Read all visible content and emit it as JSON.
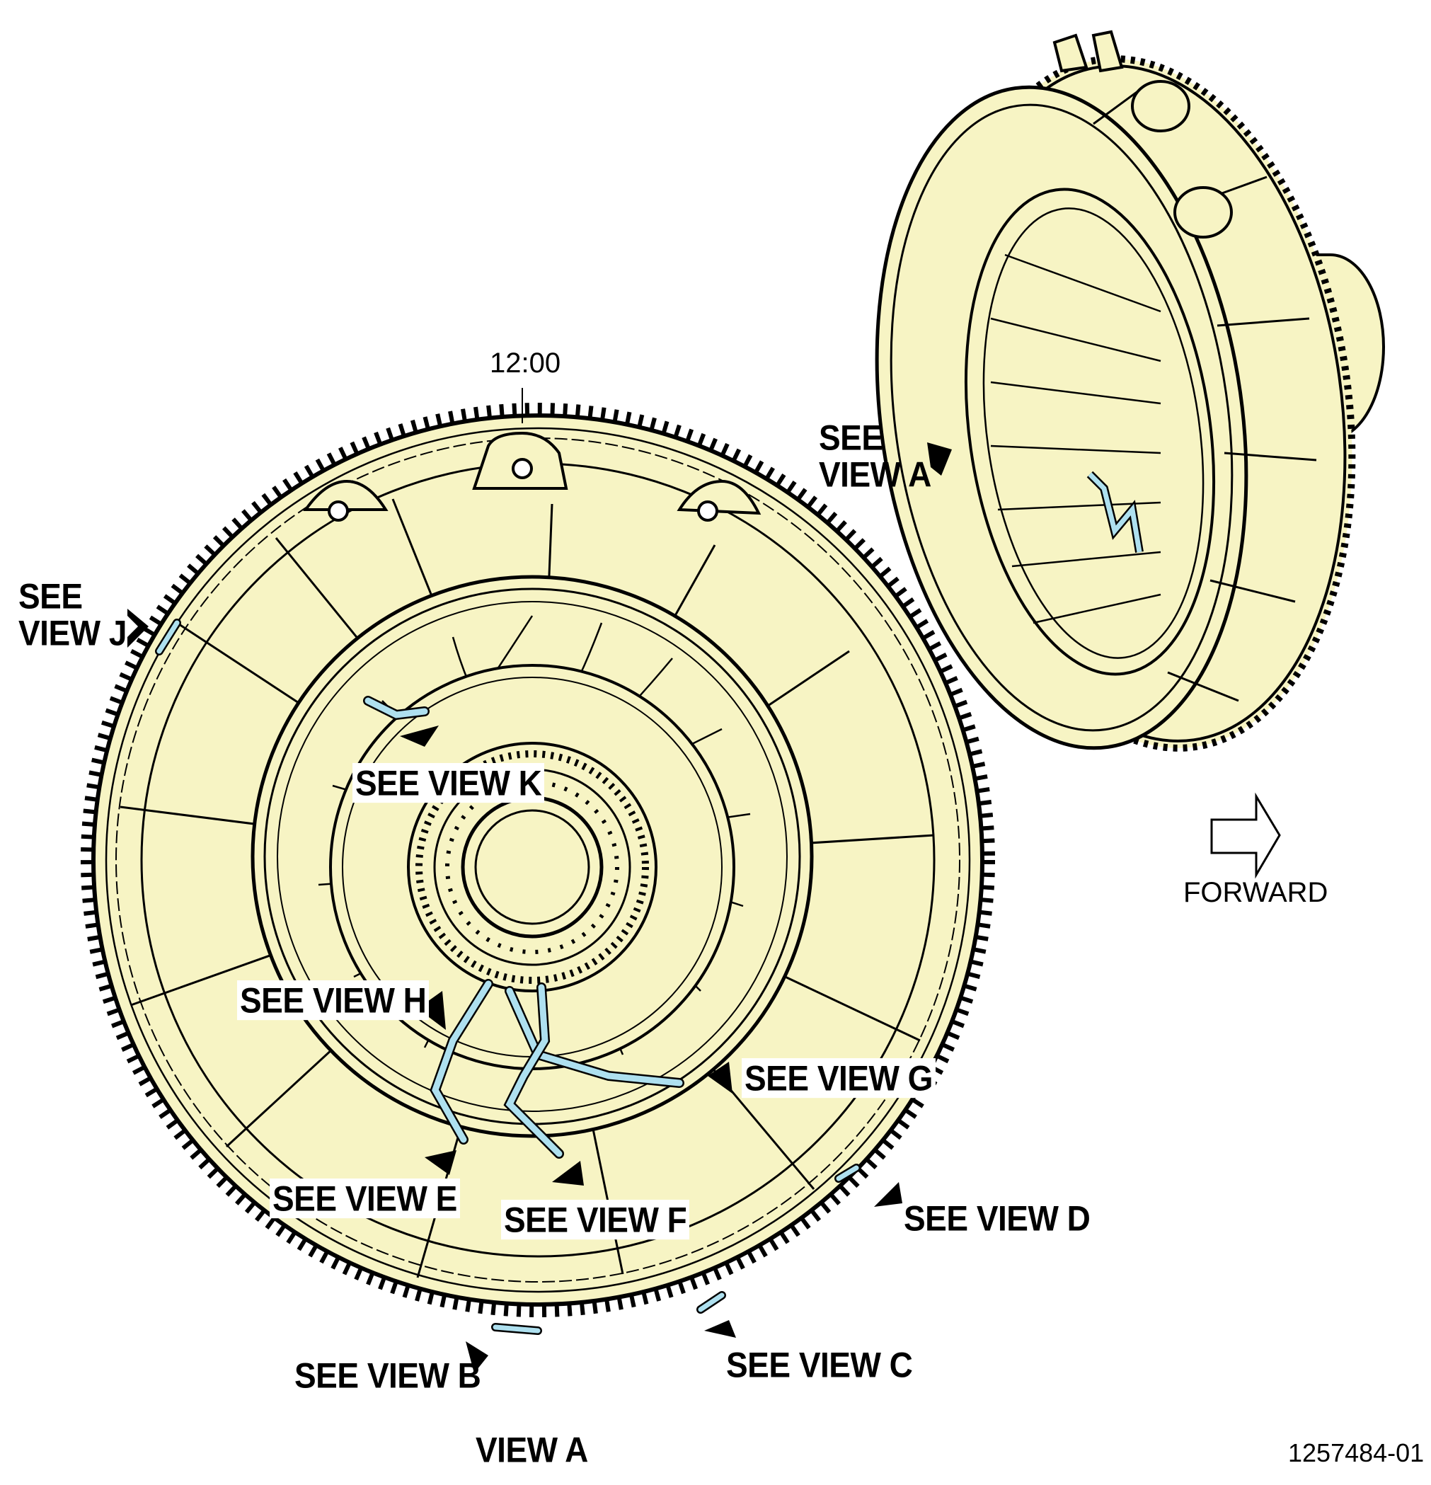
{
  "clock_label": "12:00",
  "view_title": "VIEW A",
  "figure_number": "1257484-01",
  "direction_label": "FORWARD",
  "callouts": {
    "view_a_line1": "SEE",
    "view_a_line2": "VIEW A",
    "view_j_line1": "SEE",
    "view_j_line2": "VIEW J",
    "view_k": "SEE VIEW K",
    "view_h": "SEE VIEW H",
    "view_g": "SEE VIEW G",
    "view_e": "SEE VIEW E",
    "view_f": "SEE VIEW F",
    "view_d": "SEE VIEW D",
    "view_b": "SEE VIEW B",
    "view_c": "SEE VIEW C"
  },
  "colors": {
    "part_fill": "#f7f4c4",
    "tube_fill": "#aee0ef",
    "line": "#000000"
  }
}
